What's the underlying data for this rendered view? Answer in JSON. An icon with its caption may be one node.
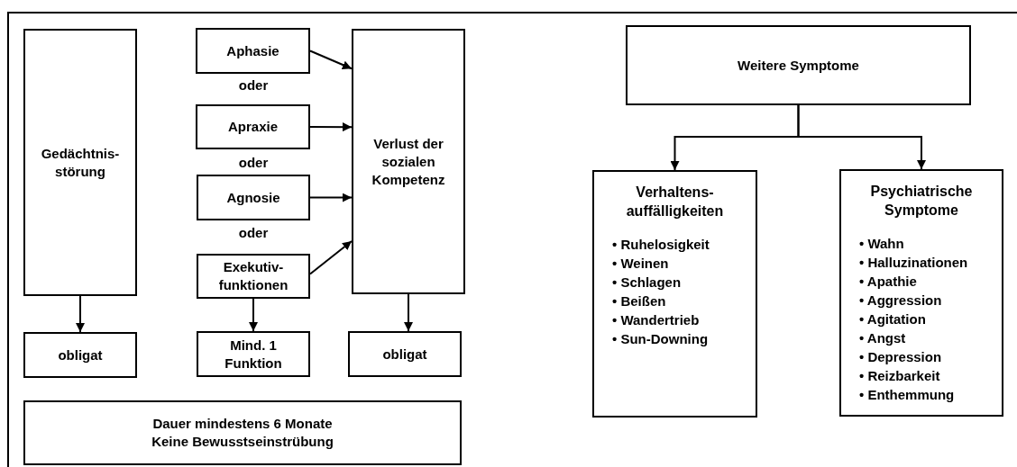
{
  "diagram": {
    "nodes": [
      {
        "text": [
          "Gedächtnis- störung"
        ]
      },
      {
        "text": [
          "obligat"
        ]
      },
      {
        "text": [
          "Aphasie"
        ]
      },
      {
        "text": [
          "Apraxie"
        ]
      },
      {
        "text": [
          "Agnosie"
        ]
      },
      {
        "text": [
          "Exekutiv- funktionen"
        ]
      },
      {
        "text": [
          "Mind. 1 Funktion"
        ]
      },
      {
        "text": [
          "Verlust der sozialen Kompetenz"
        ]
      },
      {
        "text": [
          "obligat"
        ]
      },
      {
        "text": [
          "Dauer mindestens 6 Monate",
          "Keine Bewusstseinstrübung"
        ]
      },
      {
        "text": [
          "Weitere Symptome"
        ]
      },
      {
        "text": [
          "Verhaltens- auffälligkeiten",
          "• Ruhelosigkeit",
          "• Weinen",
          "• Schlagen",
          "• Beißen",
          "• Wandertrieb",
          "• Sun-Downing"
        ]
      },
      {
        "text": [
          "Psychiatrische Symptome",
          "• Wahn",
          "• Halluzinationen",
          "• Apathie",
          "• Aggression",
          "• Agitation",
          "• Angst",
          "• Depression",
          "• Reizbarkeit",
          "• Enthemmung"
        ]
      }
    ],
    "edges": [
      {
        "from": 0,
        "to": 1,
        "arrow": "to"
      },
      {
        "from": 2,
        "to": 7,
        "arrow": "to"
      },
      {
        "from": 3,
        "to": 7,
        "arrow": "to"
      },
      {
        "from": 4,
        "to": 7,
        "arrow": "to"
      },
      {
        "from": 5,
        "to": 7,
        "arrow": "to"
      },
      {
        "from": 5,
        "to": 6,
        "arrow": "to"
      },
      {
        "from": 7,
        "to": 8,
        "arrow": "to"
      },
      {
        "from": 10,
        "to": 11,
        "arrow": "to"
      },
      {
        "from": 10,
        "to": 12,
        "arrow": "to"
      }
    ],
    "labels": [
      "oder",
      "oder",
      "oder"
    ]
  }
}
